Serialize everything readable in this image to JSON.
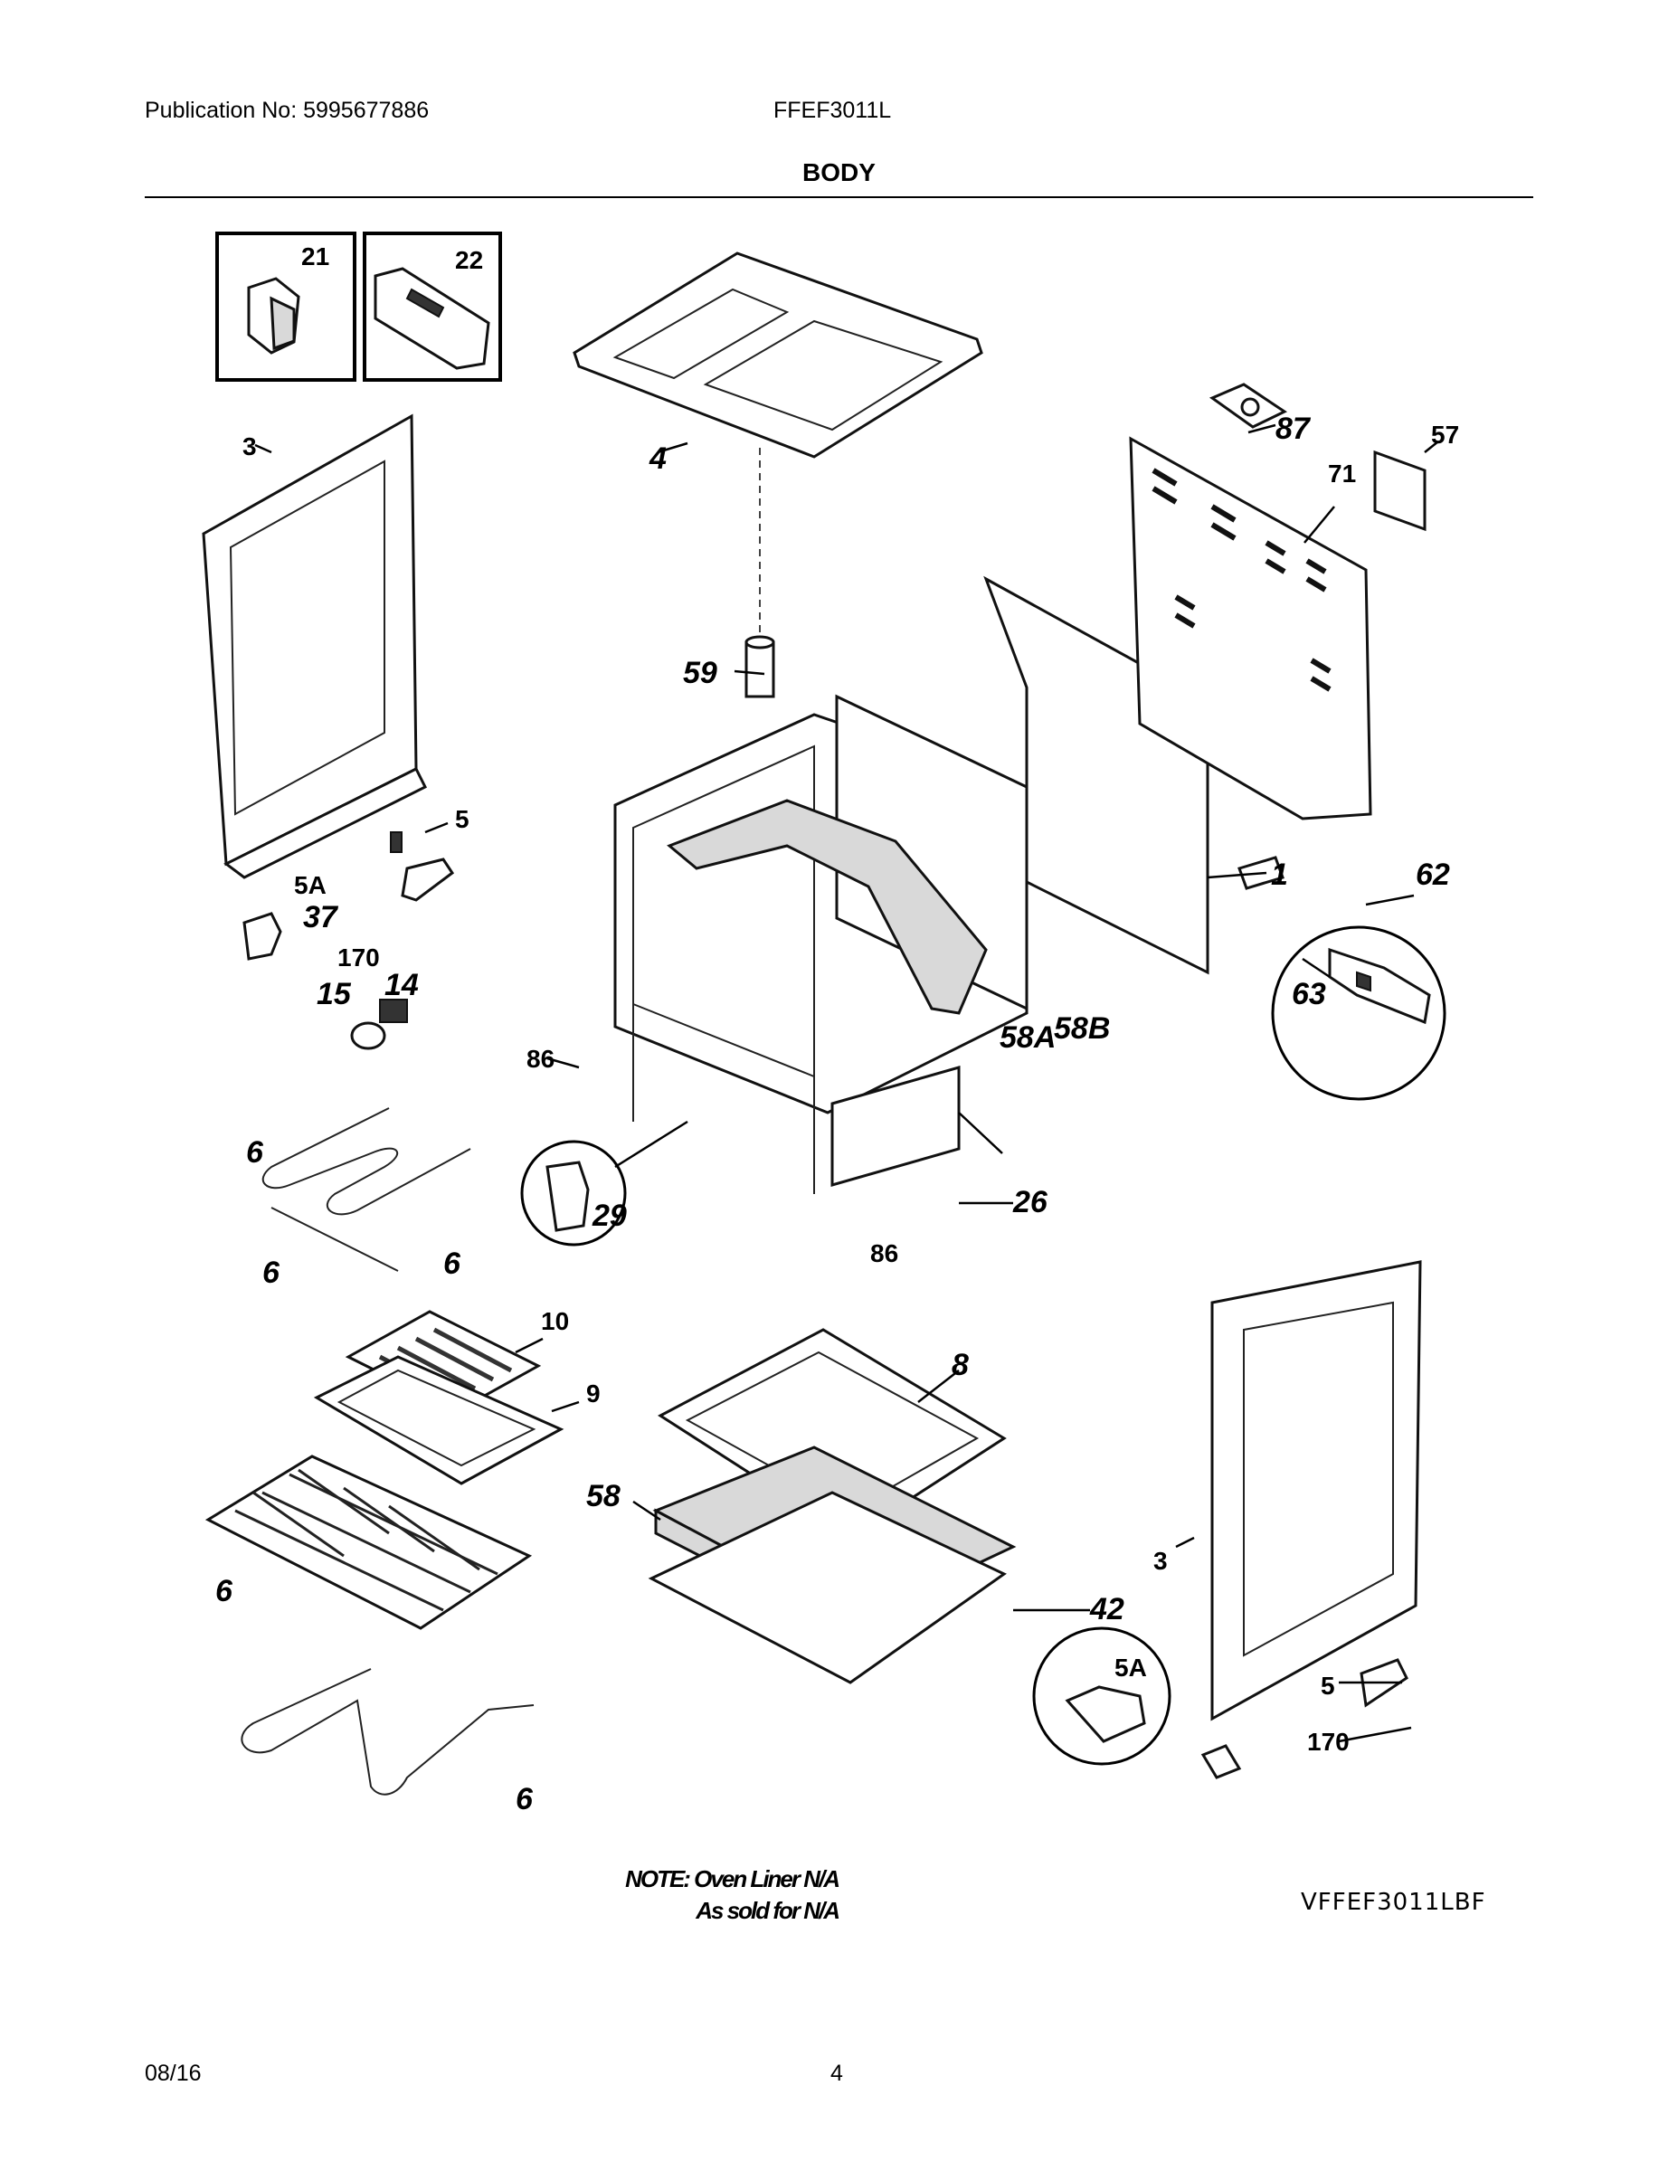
{
  "header": {
    "publication": "Publication No: 5995677886",
    "model": "FFEF3011L",
    "section_title": "BODY"
  },
  "callouts": {
    "c21": "21",
    "c22": "22",
    "c3": "3",
    "c4": "4",
    "c87": "87",
    "c57": "57",
    "c71": "71",
    "c59": "59",
    "c5": "5",
    "c5a": "5A",
    "c37": "37",
    "c170": "170",
    "c14": "14",
    "c15": "15",
    "c1": "1",
    "c62": "62",
    "c63": "63",
    "c86": "86",
    "c58a": "58A",
    "c58b": "58B",
    "c6": "6",
    "c29": "29",
    "c26": "26",
    "c10": "10",
    "c9": "9",
    "c8": "8",
    "c58": "58",
    "c42": "42"
  },
  "note": {
    "line1": "NOTE: Oven Liner N/A",
    "line2": "As sold for N/A"
  },
  "diagram_ref": "VFFEF3011LBF",
  "footer": {
    "date": "08/16",
    "page": "4"
  }
}
